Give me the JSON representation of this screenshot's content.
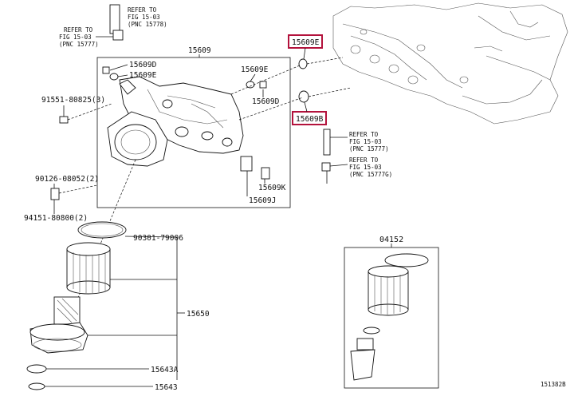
{
  "labels": {
    "ref_top_left": {
      "l1": "REFER TO",
      "l2": "FIG 15-03",
      "l3": "(PNC 15778)"
    },
    "ref_left": {
      "l1": "REFER TO",
      "l2": "FIG 15-03",
      "l3": "(PNC 15777)"
    },
    "ref_right1": {
      "l1": "REFER TO",
      "l2": "FIG 15-03",
      "l3": "(PNC 15777)"
    },
    "ref_right2": {
      "l1": "REFER TO",
      "l2": "FIG 15-03",
      "l3": "(PNC 15777G)"
    },
    "p15609": "15609",
    "p15609D_a": "15609D",
    "p15609E_a": "15609E",
    "p15609E_b": "15609E",
    "p15609D_b": "15609D",
    "p15609E_hl": "15609E",
    "p15609B_hl": "15609B",
    "p91551": "91551-80825(3)",
    "p90126": "90126-08052(2)",
    "p94151": "94151-80800(2)",
    "p15609K": "15609K",
    "p15609J": "15609J",
    "p90301": "90301-79006",
    "p15650": "15650",
    "p15643A": "15643A",
    "p15643": "15643",
    "p04152": "04152",
    "fig_id": "151382B"
  },
  "highlight_color": "#b3123c"
}
